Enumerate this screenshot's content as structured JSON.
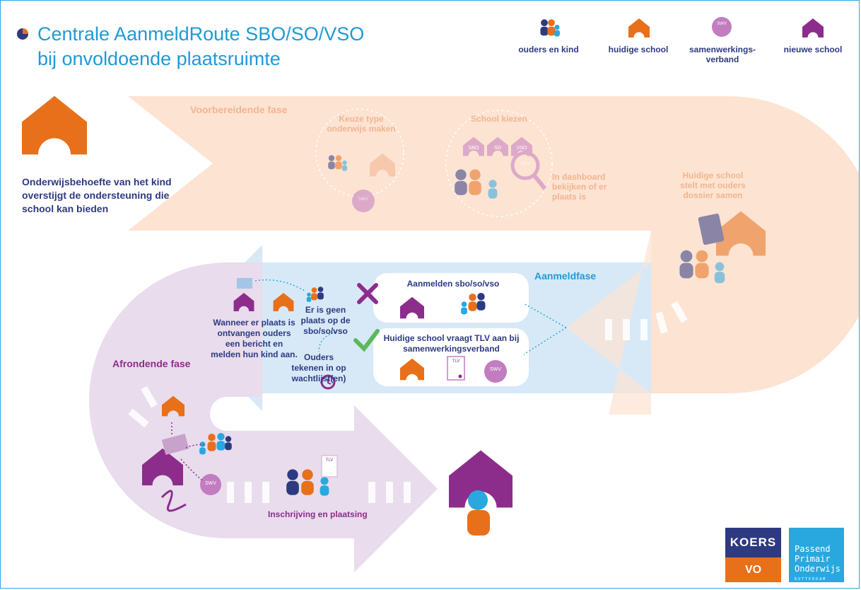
{
  "title": {
    "line1": "Centrale AanmeldRoute SBO/SO/VSO",
    "line2": "bij onvoldoende plaatsruimte"
  },
  "legend": [
    {
      "label": "ouders en kind",
      "icon": "parents-child-icon"
    },
    {
      "label": "huidige school",
      "icon": "current-school-icon"
    },
    {
      "label": "samenwerkings-\nverband",
      "icon": "swv-icon"
    },
    {
      "label": "nieuwe school",
      "icon": "new-school-icon"
    }
  ],
  "intro": "Onderwijsbehoefte van het kind overstijgt de ondersteuning die school kan bieden",
  "phases": {
    "prep": "Voorbereidende fase",
    "reg": "Aanmeldfase",
    "fin": "Afrondende fase"
  },
  "prep_steps": {
    "type": "Keuze type onderwijs maken",
    "choose": "School kiezen",
    "dashboard": "In dashboard bekijken of er plaats is",
    "dossier": "Huidige school stelt met ouders dossier samen",
    "school_tags": [
      "SBO",
      "SO",
      "VSO"
    ]
  },
  "reg_steps": {
    "apply": "Aanmelden sbo/so/vso",
    "tlv": "Huidige school vraagt TLV aan bij samenwerkingsverband",
    "noplace": "Er is geen plaats op de sbo/so/vso",
    "waitlist": "Ouders tekenen in op wachtlijst(en)",
    "whenplace": "Wanneer er plaats is ontvangen ouders een bericht en melden hun kind aan."
  },
  "fin_step": "Inschrijving en plaatsing",
  "badges": {
    "swv": "SWV",
    "tlv": "TLV"
  },
  "logos": {
    "koers_top": "KOERS",
    "koers_bottom": "VO",
    "ppo": [
      "Passend",
      "Primair",
      "Onderwijs"
    ],
    "ppo_city": "ROTTERDAM"
  },
  "colors": {
    "blue": "#1f9ad6",
    "navy": "#2d3a82",
    "orange": "#e8701a",
    "purple": "#8c2d8c",
    "peach": "#fde3d2",
    "lightblue": "#d7e9f7",
    "lavender": "#e9dcec"
  }
}
